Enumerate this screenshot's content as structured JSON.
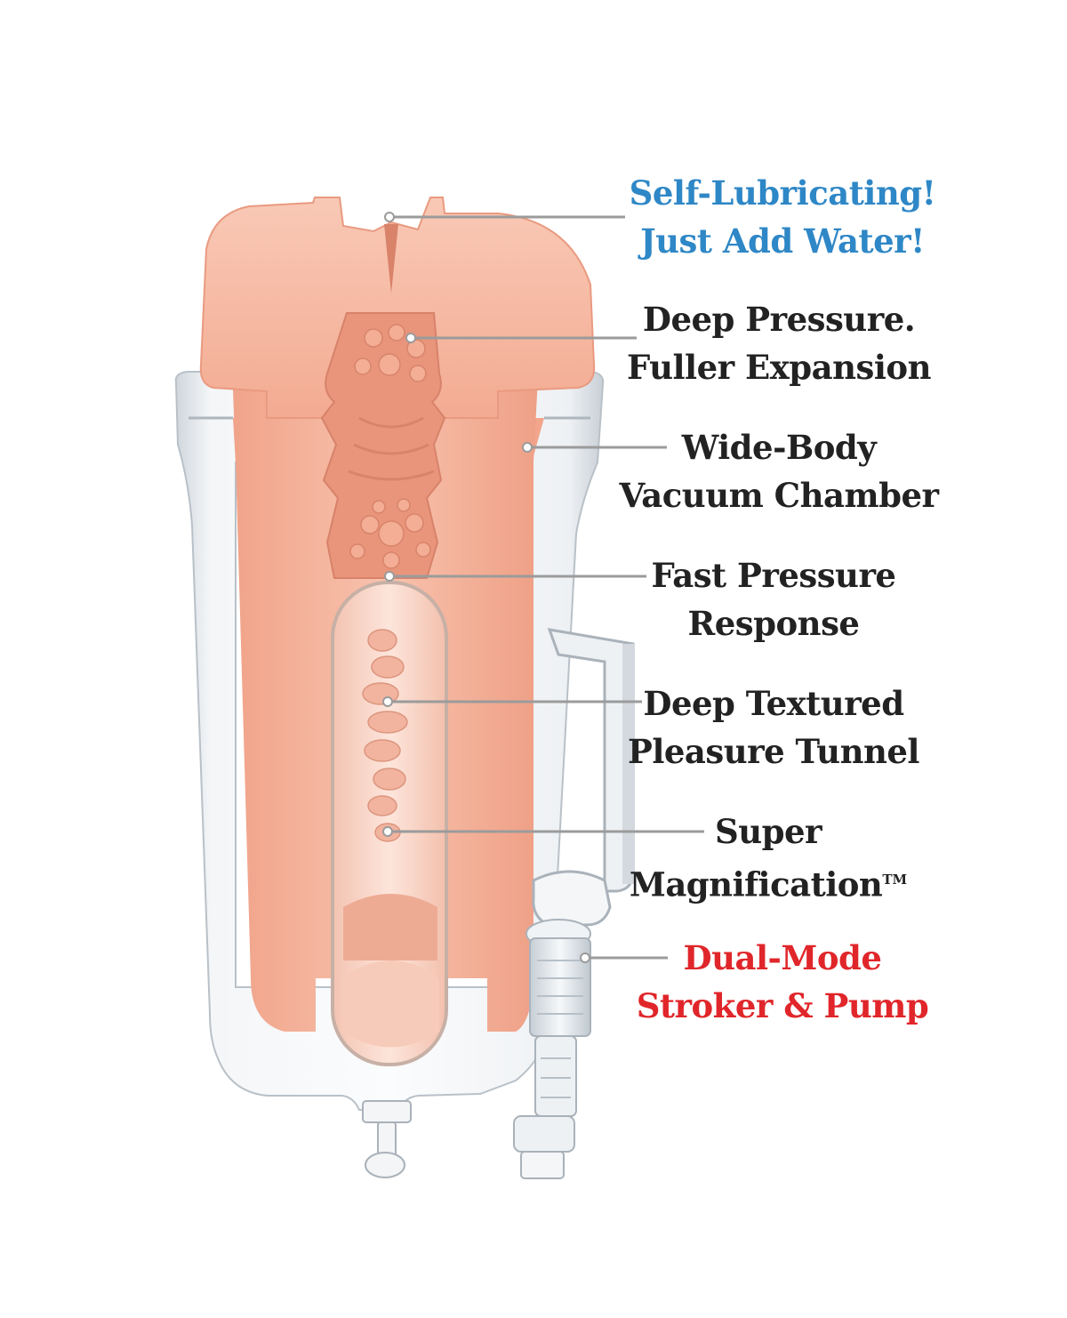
{
  "callouts": [
    {
      "id": "self-lubricating",
      "lines": [
        "Self-Lubricating!",
        "Just Add Water!"
      ],
      "color": "#2e87c6"
    },
    {
      "id": "deep-pressure",
      "lines": [
        "Deep Pressure.",
        "Fuller Expansion"
      ],
      "color": "#222222"
    },
    {
      "id": "wide-body",
      "lines": [
        "Wide-Body",
        "Vacuum Chamber"
      ],
      "color": "#222222"
    },
    {
      "id": "fast-pressure",
      "lines": [
        "Fast Pressure",
        "Response"
      ],
      "color": "#222222"
    },
    {
      "id": "deep-textured",
      "lines": [
        "Deep Textured",
        "Pleasure Tunnel"
      ],
      "color": "#222222"
    },
    {
      "id": "super-magnification",
      "lines": [
        "Super",
        "Magnification"
      ],
      "trademark": "TM",
      "color": "#222222"
    },
    {
      "id": "dual-mode",
      "lines": [
        "Dual-Mode",
        "Stroker & Pump"
      ],
      "color": "#e0262a"
    }
  ],
  "colors": {
    "sleeve": "#f6b9a3",
    "sleeve_cut": "#f2a58b",
    "sleeve_shadow": "#dc8d74",
    "casing": "#e4e8ec",
    "leader": "#9b9b9b"
  }
}
